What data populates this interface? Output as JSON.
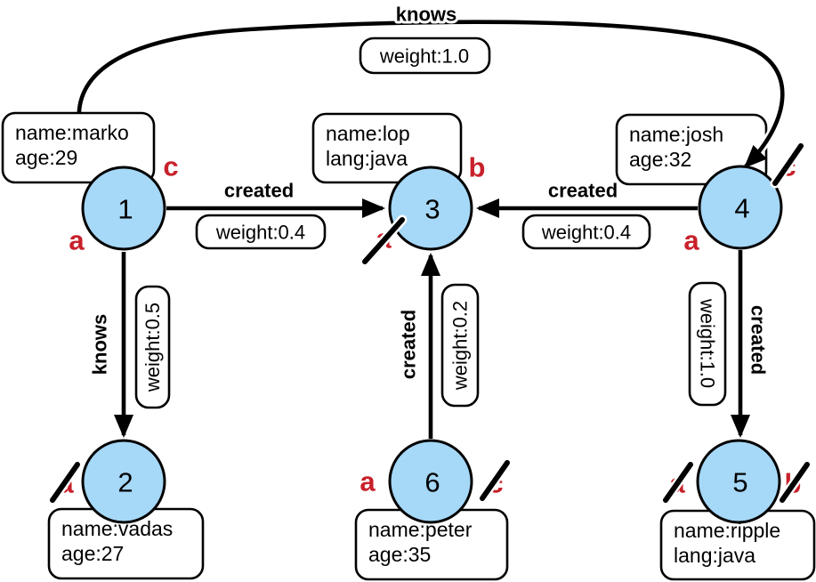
{
  "colors": {
    "vertex_fill": "#a6d8f7",
    "vertex_border": "#000000",
    "edge_color": "#000000",
    "step_label_color": "#c8202a",
    "property_box_fill": "#ffffff"
  },
  "graph": {
    "vertices": [
      {
        "id": "1",
        "properties": [
          "name:marko",
          "age:29"
        ]
      },
      {
        "id": "2",
        "properties": [
          "name:vadas",
          "age:27"
        ]
      },
      {
        "id": "3",
        "properties": [
          "name:lop",
          "lang:java"
        ]
      },
      {
        "id": "4",
        "properties": [
          "name:josh",
          "age:32"
        ]
      },
      {
        "id": "5",
        "properties": [
          "name:ripple",
          "lang:java"
        ]
      },
      {
        "id": "6",
        "properties": [
          "name:peter",
          "age:35"
        ]
      }
    ],
    "edges": [
      {
        "from": "1",
        "to": "4",
        "label": "knows",
        "weight": "weight:1.0"
      },
      {
        "from": "1",
        "to": "3",
        "label": "created",
        "weight": "weight:0.4"
      },
      {
        "from": "4",
        "to": "3",
        "label": "created",
        "weight": "weight:0.4"
      },
      {
        "from": "1",
        "to": "2",
        "label": "knows",
        "weight": "weight:0.5"
      },
      {
        "from": "6",
        "to": "3",
        "label": "created",
        "weight": "weight:0.2"
      },
      {
        "from": "4",
        "to": "5",
        "label": "created",
        "weight": "weight:1.0"
      }
    ],
    "step_labels": [
      {
        "vertex": "1",
        "letter": "a",
        "crossed": false
      },
      {
        "vertex": "1",
        "letter": "c",
        "crossed": false
      },
      {
        "vertex": "2",
        "letter": "a",
        "crossed": true
      },
      {
        "vertex": "3",
        "letter": "a",
        "crossed": true
      },
      {
        "vertex": "3",
        "letter": "b",
        "crossed": false
      },
      {
        "vertex": "4",
        "letter": "a",
        "crossed": false
      },
      {
        "vertex": "4",
        "letter": "c",
        "crossed": true
      },
      {
        "vertex": "5",
        "letter": "a",
        "crossed": true
      },
      {
        "vertex": "5",
        "letter": "b",
        "crossed": true
      },
      {
        "vertex": "6",
        "letter": "a",
        "crossed": false
      },
      {
        "vertex": "6",
        "letter": "c",
        "crossed": true
      }
    ]
  }
}
